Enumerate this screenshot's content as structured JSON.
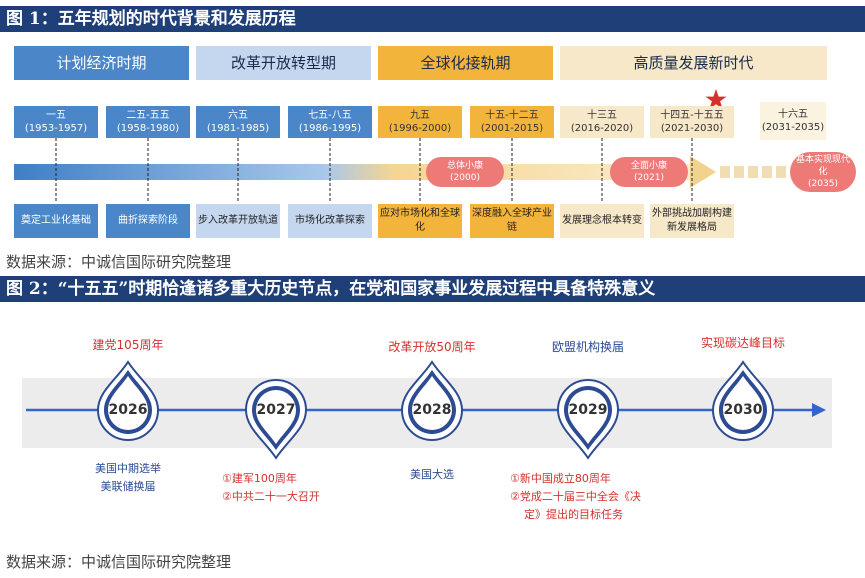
{
  "fig1": {
    "title": "图 1：五年规划的时代背景和发展历程",
    "eras": [
      "计划经济时期",
      "改革开放转型期",
      "全球化接轨期",
      "高质量发展新时代"
    ],
    "nodes": [
      {
        "name": "一五",
        "years": "(1953-1957)"
      },
      {
        "name": "二五-五五",
        "years": "(1958-1980)"
      },
      {
        "name": "六五",
        "years": "(1981-1985)"
      },
      {
        "name": "七五-八五",
        "years": "(1986-1995)"
      },
      {
        "name": "九五",
        "years": "(1996-2000)"
      },
      {
        "name": "十五-十二五",
        "years": "(2001-2015)"
      },
      {
        "name": "十三五",
        "years": "(2016-2020)"
      },
      {
        "name": "十四五-十五五",
        "years": "(2021-2030)"
      },
      {
        "name": "十六五",
        "years": "(2031-2035)"
      }
    ],
    "bottom": [
      "奠定工业化基础",
      "曲折探索阶段",
      "步入改革开放轨道",
      "市场化改革探索",
      "应对市场化和全球化",
      "深度融入全球产业链",
      "发展理念根本转变",
      "外部挑战加剧构建新发展格局"
    ],
    "milestones": [
      {
        "label": "总体小康",
        "year": "(2000)"
      },
      {
        "label": "全面小康",
        "year": "(2021)"
      },
      {
        "label": "基本实现现代化",
        "year": "(2035)"
      }
    ],
    "source": "数据来源：中诚信国际研究院整理"
  },
  "fig2": {
    "title": "图 2：“十五五”时期恰逢诸多重大历史节点，在党和国家事业发展过程中具备特殊意义",
    "years": [
      "2026",
      "2027",
      "2028",
      "2029",
      "2030"
    ],
    "top_labels": [
      "建党105周年",
      "改革开放50周年",
      "欧盟机构换届",
      "实现碳达峰目标"
    ],
    "bottom_2026": [
      "美国中期选举",
      "美联储换届"
    ],
    "bottom_2027": [
      "①建军100周年",
      "②中共二十一大召开"
    ],
    "bottom_2028": [
      "美国大选"
    ],
    "bottom_2029": [
      "①新中国成立80周年",
      "②党成二十届三中全会《决",
      "定》提出的目标任务"
    ],
    "source": "数据来源：中诚信国际研究院整理"
  },
  "colors": {
    "navy": "#1e3f78",
    "blue_era": "#4a86c8",
    "light_era": "#c4d7ee",
    "gold_era": "#f3b43b",
    "cream_era": "#f6e8c8",
    "red": "#d3322c",
    "pill": "#ee7a78"
  }
}
